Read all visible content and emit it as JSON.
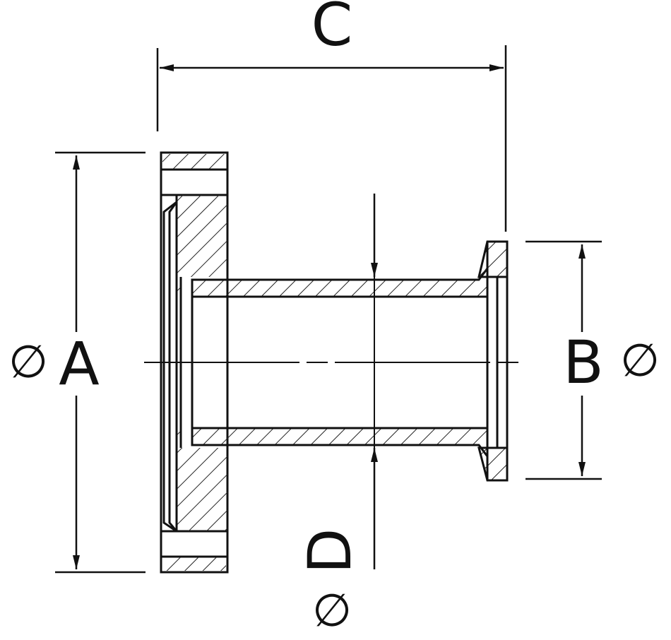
{
  "dimensions": {
    "A": {
      "label": "A",
      "diameter_symbol": "∅"
    },
    "B": {
      "label": "B",
      "diameter_symbol": "∅"
    },
    "C": {
      "label": "C"
    },
    "D": {
      "label": "D",
      "diameter_symbol": "∅"
    }
  }
}
